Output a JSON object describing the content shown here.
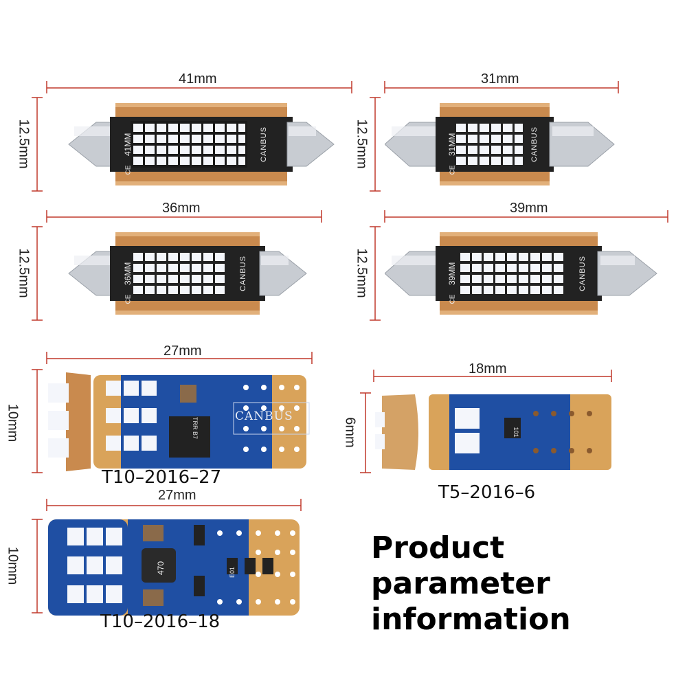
{
  "festoons": [
    {
      "length": "41mm",
      "height": "12.5mm",
      "pcb_code": "41MM",
      "brand": "CANBUS",
      "ce": "CE"
    },
    {
      "length": "31mm",
      "height": "12.5mm",
      "pcb_code": "31MM",
      "brand": "CANBUS",
      "ce": "CE"
    },
    {
      "length": "36mm",
      "height": "12.5mm",
      "pcb_code": "36MM",
      "brand": "CANBUS",
      "ce": "CE"
    },
    {
      "length": "39mm",
      "height": "12.5mm",
      "pcb_code": "39MM",
      "brand": "CANBUS",
      "ce": "CE"
    }
  ],
  "wedges": [
    {
      "length": "27mm",
      "height": "10mm",
      "model": "T10–2016–27",
      "brand": "CANBUS",
      "chip": "TRR B7"
    },
    {
      "length": "18mm",
      "height": "6mm",
      "model": "T5–2016–6",
      "chip": "101"
    },
    {
      "length": "27mm",
      "height": "10mm",
      "model": "T10–2016–18",
      "chip": "470",
      "resistor": "E01"
    }
  ],
  "headline": {
    "line1": "Product parameter",
    "line2": "information"
  },
  "colors": {
    "dim_line": "#c0392b",
    "pcb_blue": "#1f4fa3",
    "gold": "#d9a35a",
    "heatsink": "#c98a4e",
    "led": "#f4f6fb"
  }
}
